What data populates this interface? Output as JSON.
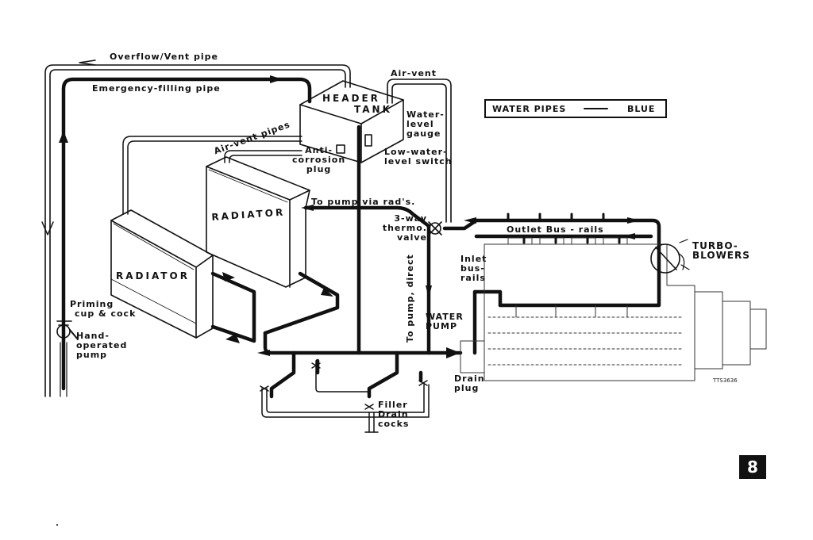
{
  "labels": {
    "overflow_vent_pipe": "Overflow/Vent pipe",
    "emergency_filling_pipe": "Emergency-filling pipe",
    "air_vent": "Air-vent",
    "header_tank": [
      "HEADER",
      "TANK"
    ],
    "water_level_gauge": [
      "Water-",
      "level",
      "gauge"
    ],
    "air_vent_pipes": "Air-vent pipes",
    "anti_corrosion_plug": [
      "Anti-",
      "corrosion",
      "plug"
    ],
    "low_water_level_switch": [
      "Low-water-",
      "level switch"
    ],
    "radiator_upper": "RADIATOR",
    "radiator_lower": "RADIATOR",
    "to_pump_via_rads": "To pump  via rad's.",
    "three_way_thermo_valve": [
      "3-way",
      "thermo.",
      "valve"
    ],
    "outlet_bus_rails": "Outlet   Bus - rails",
    "turbo_blowers": [
      "TURBO-",
      "BLOWERS"
    ],
    "inlet_bus_rails": [
      "Inlet",
      "bus-",
      "rails"
    ],
    "to_pump_direct": "To pump, direct",
    "water_pump": [
      "WATER",
      "PUMP"
    ],
    "drain_plug": [
      "Drain",
      "plug"
    ],
    "filler_drain_cocks": [
      "Filler",
      "Drain",
      "cocks"
    ],
    "priming_cup_cock": [
      "Priming",
      "cup & cock"
    ],
    "hand_operated_pump": [
      "Hand-",
      "operated",
      "pump"
    ],
    "figure_code": "TTS3636"
  },
  "legend": {
    "left": "WATER   PIPES",
    "right": "BLUE"
  },
  "page_number": "8",
  "colors": {
    "ink": "#111111",
    "paper": "#ffffff"
  }
}
